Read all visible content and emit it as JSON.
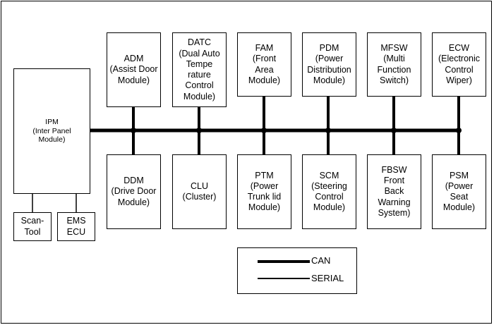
{
  "modules": {
    "ipm": {
      "label": "IPM\n(Inter Panel\nModule)"
    },
    "adm": {
      "label": "ADM\n(Assist Door\nModule)"
    },
    "datc": {
      "label": "DATC\n(Dual Auto\nTempe\nrature\nControl\nModule)"
    },
    "fam": {
      "label": "FAM\n(Front\nArea\nModule)"
    },
    "pdm": {
      "label": "PDM\n(Power\nDistribution\nModule)"
    },
    "mfsw": {
      "label": "MFSW\n(Multi\nFunction\nSwitch)"
    },
    "ecw": {
      "label": "ECW\n(Electronic\nControl\nWiper)"
    },
    "ddm": {
      "label": "DDM\n(Drive Door\nModule)"
    },
    "clu": {
      "label": "CLU\n(Cluster)"
    },
    "ptm": {
      "label": "PTM\n(Power\nTrunk lid\nModule)"
    },
    "scm": {
      "label": "SCM\n(Steering\nControl\nModule)"
    },
    "fbsw": {
      "label": "FBSW\nFront\nBack\nWarning\nSystem)"
    },
    "psm": {
      "label": "PSM\n(Power\nSeat\nModule)"
    },
    "scan_tool": {
      "label": "Scan-\nTool"
    },
    "ems_ecu": {
      "label": "EMS\nECU"
    }
  },
  "legend": {
    "can": "CAN",
    "serial": "SERIAL"
  }
}
